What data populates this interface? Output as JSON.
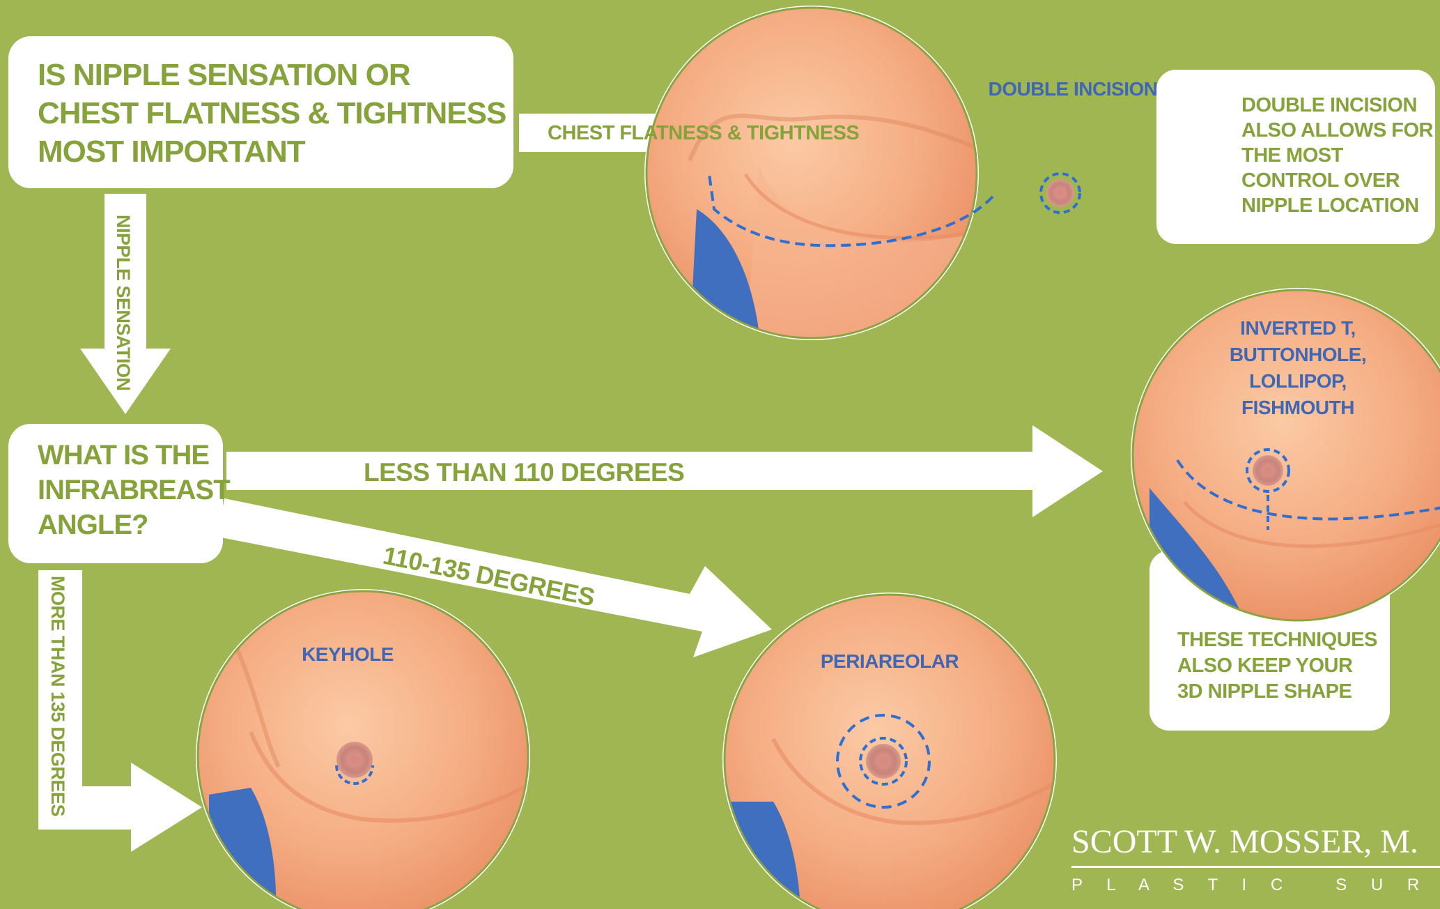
{
  "colors": {
    "background": "#a0b653",
    "text_green": "#86a23b",
    "label_blue": "#3f67b4",
    "incision_blue": "#2f6fd0",
    "skin": "#f2a47c",
    "shirt_blue": "#3f6fbe"
  },
  "question1": "IS NIPPLE SENSATION OR CHEST FLATNESS & TIGHTNESS  MOST IMPORTANT",
  "question2": "WHAT IS THE INFRABREAST ANGLE?",
  "arrows": {
    "chest_flatness": "CHEST FLATNESS & TIGHTNESS",
    "nipple_sensation": "NIPPLE SENSATION",
    "less_than_110": "LESS THAN 110 DEGREES",
    "deg_110_135": "110-135 DEGREES",
    "more_than_135": "MORE THAN 135 DEGREES"
  },
  "techniques": {
    "double_incision": "DOUBLE INCISION",
    "inverted_t": [
      "INVERTED T,",
      "BUTTONHOLE,",
      "LOLLIPOP,",
      "FISHMOUTH"
    ],
    "keyhole": "KEYHOLE",
    "periareolar": "PERIAREOLAR"
  },
  "notes": {
    "double_incision_note": [
      "DOUBLE INCISION",
      "ALSO ALLOWS FOR",
      "THE MOST",
      "CONTROL OVER",
      "NIPPLE LOCATION"
    ],
    "techniques_note": [
      "THESE TECHNIQUES",
      "ALSO KEEP YOUR",
      "3D NIPPLE SHAPE"
    ]
  },
  "branding": {
    "name": "SCOTT W. MOSSER, M.",
    "subtitle": "P L A S T I C   S U R G E"
  }
}
